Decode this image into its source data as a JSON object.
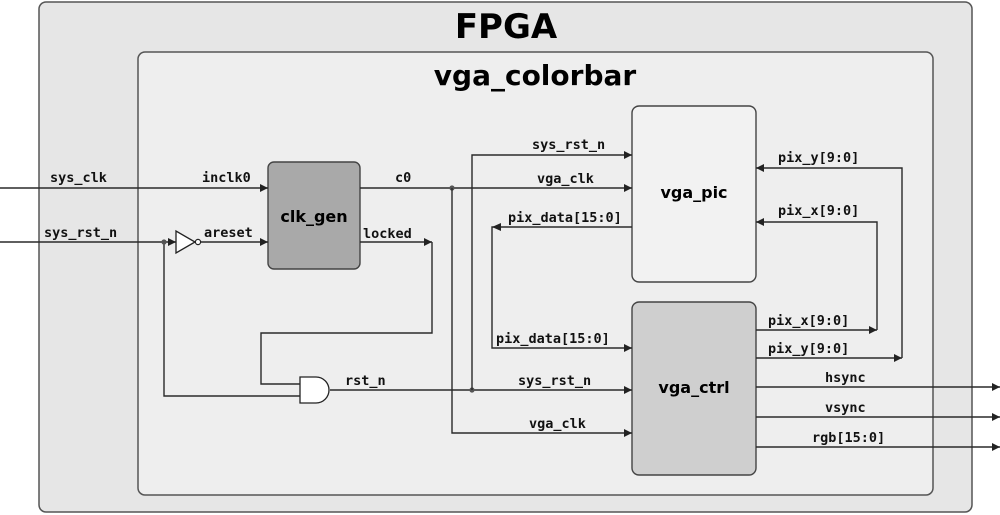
{
  "outer_title": "FPGA",
  "inner_title": "vga_colorbar",
  "blocks": {
    "clk_gen": "clk_gen",
    "vga_pic": "vga_pic",
    "vga_ctrl": "vga_ctrl"
  },
  "signals": {
    "ext_sys_clk": "sys_clk",
    "ext_sys_rst_n": "sys_rst_n",
    "inclk0": "inclk0",
    "areset": "areset",
    "c0": "c0",
    "locked": "locked",
    "rst_n": "rst_n",
    "pic_sys_rst_n": "sys_rst_n",
    "pic_vga_clk": "vga_clk",
    "pic_pix_data": "pix_data[15:0]",
    "pic_pix_y": "pix_y[9:0]",
    "pic_pix_x": "pix_x[9:0]",
    "ctrl_pix_data": "pix_data[15:0]",
    "ctrl_sys_rst_n": "sys_rst_n",
    "ctrl_vga_clk": "vga_clk",
    "ctrl_pix_x": "pix_x[9:0]",
    "ctrl_pix_y": "pix_y[9:0]",
    "hsync": "hsync",
    "vsync": "vsync",
    "rgb": "rgb[15:0]"
  }
}
